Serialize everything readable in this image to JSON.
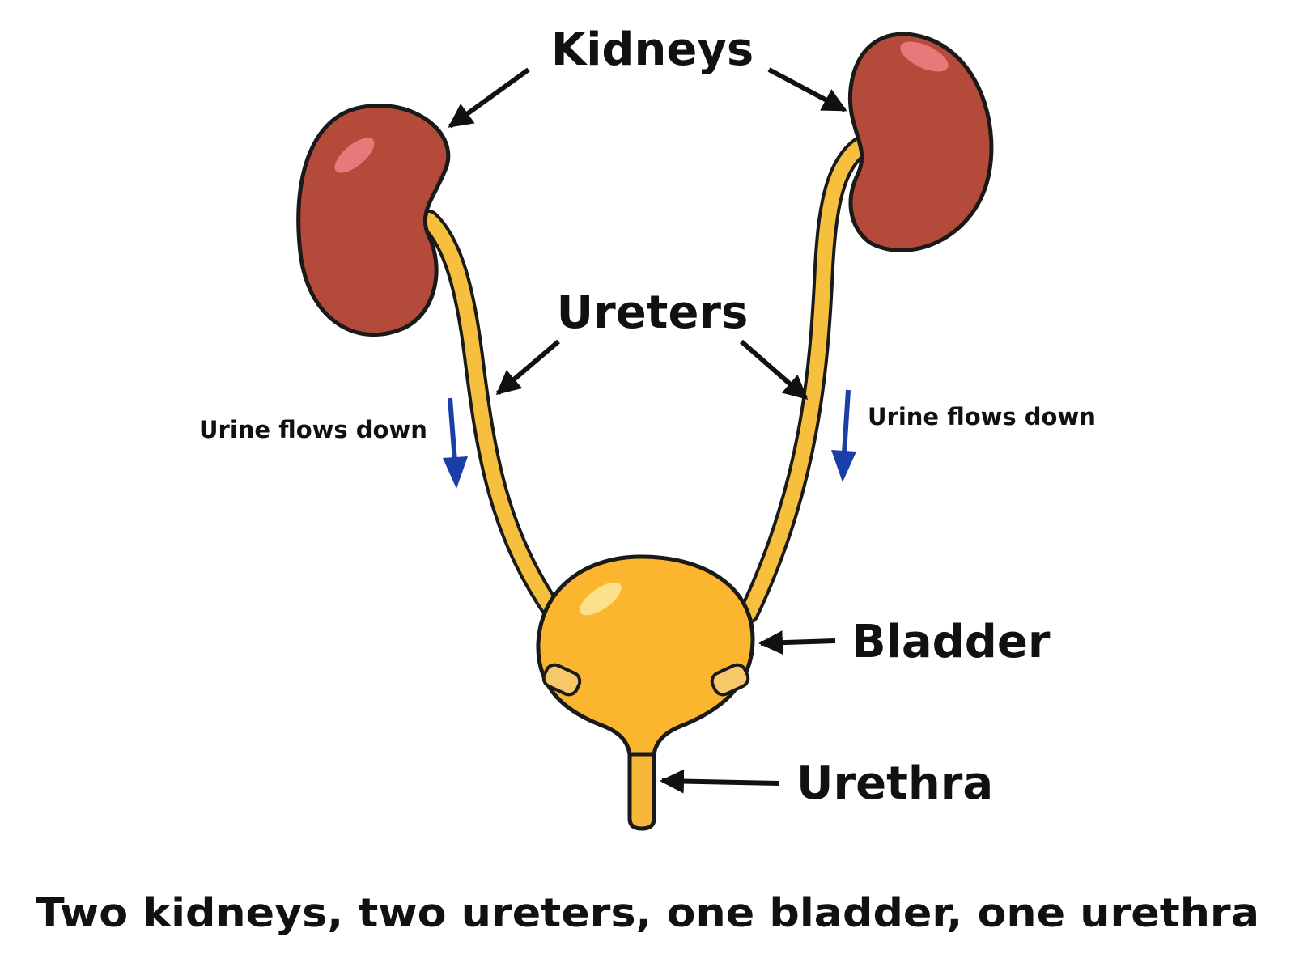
{
  "labels": {
    "kidneys": "Kidneys",
    "ureters": "Ureters",
    "bladder": "Bladder",
    "urethra": "Urethra",
    "flow_left": "Urine flows down",
    "flow_right": "Urine flows down"
  },
  "caption": "Two kidneys, two ureters, one bladder, one urethra",
  "colors": {
    "kidney": "#b34a3a",
    "kidney_highlight": "#e9787a",
    "ureter": "#f7bf3e",
    "bladder": "#fbb52f",
    "flow_arrow": "#1a3fa8",
    "outline": "#1a1a1a"
  }
}
